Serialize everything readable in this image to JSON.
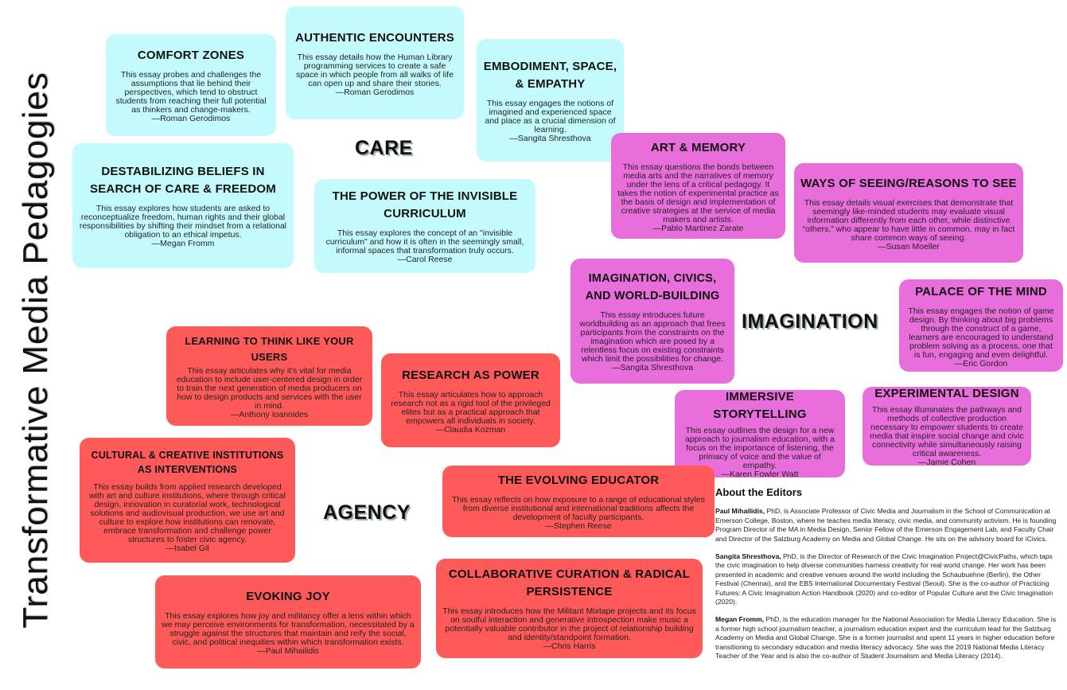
{
  "title": "Transformative Media Pedagogies",
  "themes": {
    "care": "CARE",
    "imagination": "IMAGINATION",
    "agency": "AGENCY"
  },
  "colors": {
    "care": "#c3fbfd",
    "imagination": "#e86fdb",
    "agency": "#fe5a5a"
  },
  "cards": [
    {
      "theme": "care",
      "title": "COMFORT ZONES",
      "text": "This essay probes and challenges the assumptions that lie behind their perspectives, which tend to obstruct students from reaching their full potential as thinkers and change-makers.",
      "author": "—Roman Gerodimos"
    },
    {
      "theme": "care",
      "title": "AUTHENTIC ENCOUNTERS",
      "text": "This essay details how the Human Library programming services to create a safe space in which people from all walks of life can open up and share their stories.",
      "author": "—Roman Gerodimos"
    },
    {
      "theme": "care",
      "title": "EMBODIMENT, SPACE, & EMPATHY",
      "text": "This essay engages the notions of imagined and experienced space and place as a crucial dimension of learning.",
      "author": "—Sangita Shresthova"
    },
    {
      "theme": "care",
      "title": "DESTABILIZING BELIEFS IN SEARCH OF CARE & FREEDOM",
      "text": "This essay explores how students are asked to reconceptualize freedom, human rights and their global responsibilities by shifting their mindset from a relational obligation to an ethical impetus.",
      "author": "—Megan Fromm"
    },
    {
      "theme": "care",
      "title": "THE POWER OF THE INVISIBLE CURRICULUM",
      "text": "This essay explores the concept of an \"invisible curriculum\" and how it is often in the seemingly small, informal spaces that transformation truly occurs.",
      "author": "—Carol Reese"
    },
    {
      "theme": "imagination",
      "title": "ART & MEMORY",
      "text": "This essay questions the bonds between media arts and the narratives of memory under the lens of a critical pedagogy. It takes the notion of experimental practice as the basis of design and implementation of creative strategies at the service of media makers and artists.",
      "author": "—Pablo Martinez Zarate"
    },
    {
      "theme": "imagination",
      "title": "WAYS OF SEEING/REASONS TO SEE",
      "text": "This essay details visual exercises that demonstrate that seemingly like-minded students may evaluate visual information differently from each other, while distinctive “others,” who appear to have little in common, may in fact share common ways of seeing.",
      "author": "—Susan Moeller"
    },
    {
      "theme": "imagination",
      "title": "IMAGINATION, CIVICS, AND WORLD-BUILDING",
      "text": "This essay introduces future worldbuilding as an approach that frees participants from the constraints on the imagination which are posed by a relentless focus on existing constraints which limit the possibilities for change.",
      "author": "—Sangita Shresthova"
    },
    {
      "theme": "imagination",
      "title": "PALACE OF THE MIND",
      "text": "This essay engages the notion of game design. By thinking about big problems through the construct of a game, learners are encouraged to understand problem solving as a process, one that is fun, engaging and even delightful.",
      "author": "—Eric Gordon"
    },
    {
      "theme": "imagination",
      "title": "IMMERSIVE STORYTELLING",
      "text": "This essay outlines the design for a new approach to journalism education, with a focus on the importance of listening, the primacy of voice and the value of empathy.",
      "author": "—Karen Fowler Watt"
    },
    {
      "theme": "imagination",
      "title": "EXPERIMENTAL DESIGN",
      "text": "This essay illuminates the pathways and methods of collective production necessary to empower students to create media that inspire social change and civic connectivity while simultaneously raising critical awareness.",
      "author": "—Jamie Cohen"
    },
    {
      "theme": "agency",
      "title": "LEARNING TO THINK LIKE YOUR USERS",
      "text": "This essay articulates why it's vital for media education to include user-centered design in order to train the next generation of media producers on how to design products and services with the user in mind.",
      "author": "—Anthony Ioannides"
    },
    {
      "theme": "agency",
      "title": "RESEARCH AS POWER",
      "text": "This essay articulates how to approach research not as a rigid tool of the privileged elites but as a practical approach that empowers all individuals in society.",
      "author": "—Claudia Kozman"
    },
    {
      "theme": "agency",
      "title": "CULTURAL & CREATIVE INSTITUTIONS AS INTERVENTIONS",
      "text": "This essay builds from applied research developed with art and culture institutions, where through critical design, innovation in curatorial work, technological solutions and audiovisual production, we use art and culture to explore how institutions can renovate, embrace transformation and challenge power structures to foster civic agency.",
      "author": "—Isabel Gil"
    },
    {
      "theme": "agency",
      "title": "THE EVOLVING EDUCATOR",
      "text": "This essay reflects on how exposure to a range of educational styles from diverse institutional and international traditions affects the development of faculty participants.",
      "author": "—Stephen Reese"
    },
    {
      "theme": "agency",
      "title": "EVOKING JOY",
      "text": "This essay explores how joy and militancy offer a lens within which we may perceive environments for transformation, necessitated by a struggle against the structures that maintain and reify the social, civic, and political inequities within which transformation exists.",
      "author": "—Paul Mihailidis"
    },
    {
      "theme": "agency",
      "title": "COLLABORATIVE CURATION & RADICAL PERSISTENCE",
      "text": "This essay introduces how the Militant Mixtape projects and its focus on soulful interaction and generative introspection make music a potentially valuable contributor in the project of relationship building and identity/standpoint formation.",
      "author": "—Chris Harris"
    }
  ],
  "editors": {
    "heading": "About the Editors",
    "bios": [
      {
        "name": "Paul Mihailidis,",
        "text": " PhD, is Associate Professor of Civic Media and Journalism in the School of Communication at Emerson College, Boston, where he teaches media literacy, civic media, and community activism. He is founding Program Director of the MA in Media Design, Senior Fellow of the Emerson Engagement Lab, and Faculty Chair and Director of the Salzburg Academy on Media and Global Change. He sits on the advisory board for iCivics."
      },
      {
        "name": "Sangita Shresthova,",
        "text": " PhD, is the Director of Research of the Civic Imagination Project@CivicPaths, which taps the civic imagination to help diverse communities harness creativity for real world change. Her work has been presented in academic and creative venues around the world including the Schaubuehne (Berlin), the Other Festival (Chennai), and the EBS International Documentary Festival (Seoul). She is the co-author of Practicing Futures: A Civic Imagination Action Handbook (2020) and co-editor of Popular Culture and the Civic Imagination (2020)."
      },
      {
        "name": "Megan Fromm,",
        "text": " PhD, is the education manager for the National Association for Media Literacy Education. She is a former high school journalism teacher, a journalism education expert and the curriculum lead for the Salzburg Academy on Media and Global Change. She is a former journalist and spent 11 years in higher education before transitioning to secondary education  and media literacy advocacy. She was the 2019 National Media Literacy Teacher of the Year and is also the co-author of Student Journalism and Media Literacy (2014)."
      }
    ]
  }
}
